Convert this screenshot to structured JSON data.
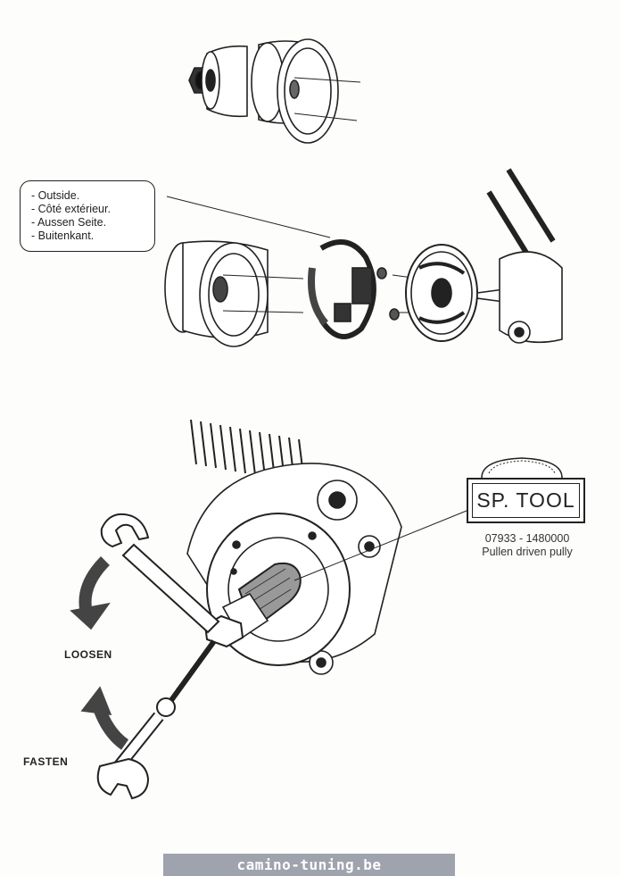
{
  "callout": {
    "lines": [
      "- Outside.",
      "- Côté extérieur.",
      "- Aussen Seite.",
      "- Buitenkant."
    ]
  },
  "sp_tool": {
    "label": "SP. TOOL",
    "part_number": "07933 - 1480000",
    "description": "Pullen driven pully"
  },
  "labels": {
    "loosen": "LOOSEN",
    "fasten": "FASTEN"
  },
  "footer": {
    "site": "camino-tuning.be",
    "color": "#9fa3ad"
  },
  "colors": {
    "ink": "#222222",
    "paper": "#fdfdfb"
  }
}
